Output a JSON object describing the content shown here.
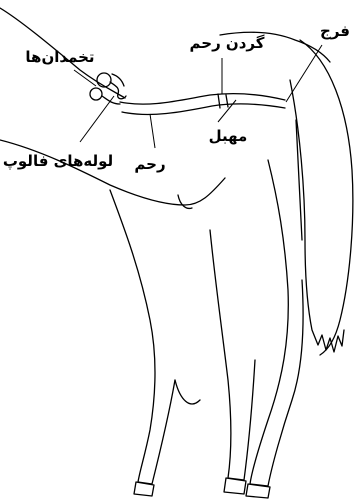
{
  "labels": {
    "ovaries": "تخمدان‌ها",
    "cervix": "گردن رحم",
    "vulva": "فرج",
    "fallopian_tubes": "لوله‌های فالوپ",
    "uterus": "رحم",
    "vagina": "مهبل"
  },
  "colors": {
    "line": "#000000",
    "background": "#ffffff"
  }
}
